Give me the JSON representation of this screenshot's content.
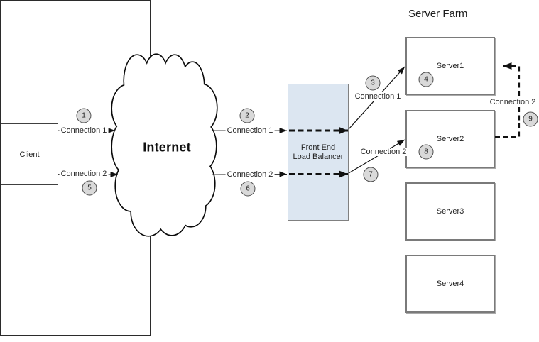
{
  "nodes": {
    "client": {
      "label": "Client"
    },
    "internet": {
      "label": "Internet"
    },
    "load_balancer": {
      "line1": "Front End",
      "line2": "Load Balancer"
    },
    "server_farm": {
      "title": "Server Farm"
    },
    "servers": [
      {
        "label": "Server1"
      },
      {
        "label": "Server2"
      },
      {
        "label": "Server3"
      },
      {
        "label": "Server4"
      }
    ]
  },
  "edge_labels": {
    "client_conn1": "Connection 1",
    "client_conn2": "Connection 2",
    "internet_conn1": "Connection 1",
    "internet_conn2": "Connection 2",
    "lb_conn1": "Connection 1",
    "lb_conn2": "Connection 2",
    "farm_conn2": "Connection 2"
  },
  "badges": [
    "1",
    "2",
    "3",
    "4",
    "5",
    "6",
    "7",
    "8",
    "9"
  ],
  "colors": {
    "load_balancer_fill": "#dce6f1",
    "badge_fill": "#d9d9d9",
    "server_border": "#7a7a7a",
    "farm_border": "#2b2b2b",
    "line_color": "#404040",
    "dashed_line_color": "#111111"
  }
}
